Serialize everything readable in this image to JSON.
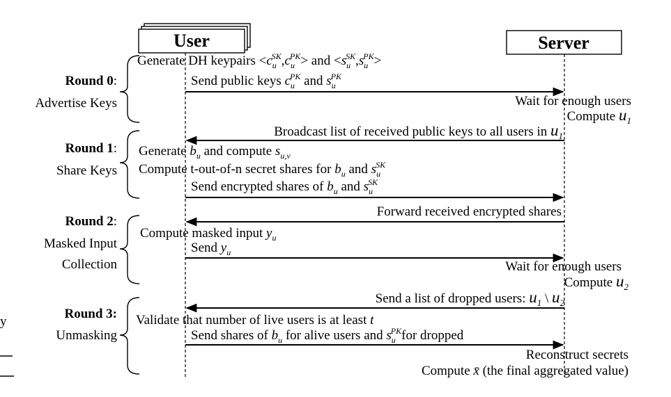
{
  "actors": {
    "user": "User",
    "server": "Server"
  },
  "rounds": [
    {
      "id": 0,
      "title": "Round 0",
      "title_suffix": ":",
      "subtitle_lines": [
        "Advertise Keys"
      ]
    },
    {
      "id": 1,
      "title": "Round 1",
      "title_suffix": ":",
      "subtitle_lines": [
        "Share Keys"
      ]
    },
    {
      "id": 2,
      "title": "Round 2",
      "title_suffix": ":",
      "subtitle_lines": [
        "Masked Input",
        "Collection"
      ]
    },
    {
      "id": 3,
      "title": "Round 3:",
      "title_suffix": "",
      "subtitle_lines": [
        "Unmasking"
      ]
    }
  ],
  "steps": {
    "generate_dh": {
      "prefix": "Generate DH keypairs <",
      "var1_base": "c",
      "var1_sub": "u",
      "var1_sup": "SK",
      "sep": ",",
      "var2_base": "c",
      "var2_sub": "u",
      "var2_sup": "PK",
      "middle": "> and <",
      "var3_base": "s",
      "var3_sub": "u",
      "var3_sup": "SK",
      "var4_base": "s",
      "var4_sub": "u",
      "var4_sup": "PK",
      "suffix": ">"
    },
    "send_public_keys": {
      "prefix": "Send public keys ",
      "var1_base": "c",
      "var1_sub": "u",
      "var1_sup": "PK",
      "middle": "  and ",
      "var2_base": "s",
      "var2_sub": "u",
      "var2_sup": "PK"
    },
    "wait_users_1": "Wait for enough users",
    "compute_u1": {
      "prefix": "Compute ",
      "var": "u",
      "sub": "1"
    },
    "broadcast": {
      "prefix": "Broadcast list of received public keys to all users in ",
      "var": "u",
      "sub": "1"
    },
    "generate_bu": {
      "prefix": "Generate ",
      "var1_base": "b",
      "var1_sub": "u",
      "middle": " and compute  ",
      "var2_base": "s",
      "var2_sub": "u,v"
    },
    "compute_shares": {
      "prefix": "Compute t-out-of-n secret shares for ",
      "var1_base": "b",
      "var1_sub": "u",
      "middle": " and ",
      "var2_base": "s",
      "var2_sub": "u",
      "var2_sup": "SK"
    },
    "send_encrypted": {
      "prefix": "Send encrypted shares of ",
      "var1_base": "b",
      "var1_sub": "u",
      "middle": " and ",
      "var2_base": "s",
      "var2_sub": "u",
      "var2_sup": "SK"
    },
    "forward": "Forward received encrypted shares",
    "compute_masked": {
      "prefix": "Compute masked input ",
      "var": "y",
      "sub": "u"
    },
    "send_yu": {
      "prefix": "Send ",
      "var": "y",
      "sub": "u"
    },
    "wait_users_2": "Wait for enough users",
    "compute_u2": {
      "prefix": "Compute ",
      "var": "u",
      "sub": "2"
    },
    "dropped_list": {
      "prefix": "Send a list of dropped users: ",
      "var1": "u",
      "sub1": "1",
      "middle": " \\ ",
      "var2": "u",
      "sub2": "2"
    },
    "validate": {
      "prefix": "Validate that number of live users is at least ",
      "var": "t"
    },
    "send_shares_alive": {
      "prefix": "Send shares of ",
      "var1_base": "b",
      "var1_sub": "u",
      "middle": " for alive users and ",
      "var2_base": "s",
      "var2_sub": "u",
      "var2_sup": "PK",
      "suffix": "for dropped"
    },
    "reconstruct": "Reconstruct secrets",
    "compute_final": {
      "prefix": "Compute ",
      "var": "x̄",
      "suffix": " (the final aggregated value)"
    }
  },
  "margin_fragments": {
    "top": "y",
    "bottom": ""
  }
}
